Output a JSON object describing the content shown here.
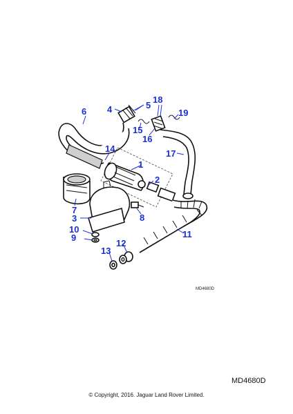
{
  "figure": {
    "ref_small": "MD4680D",
    "ref_code": "MD4680D",
    "copyright": "© Copyright, 2016. Jaguar Land Rover Limited."
  },
  "callouts": [
    "1",
    "2",
    "3",
    "4",
    "5",
    "6",
    "7",
    "8",
    "9",
    "10",
    "11",
    "12",
    "13",
    "14",
    "15",
    "16",
    "17",
    "18",
    "19"
  ],
  "colors": {
    "callout": "#1a2fd6",
    "line": "#111111"
  }
}
